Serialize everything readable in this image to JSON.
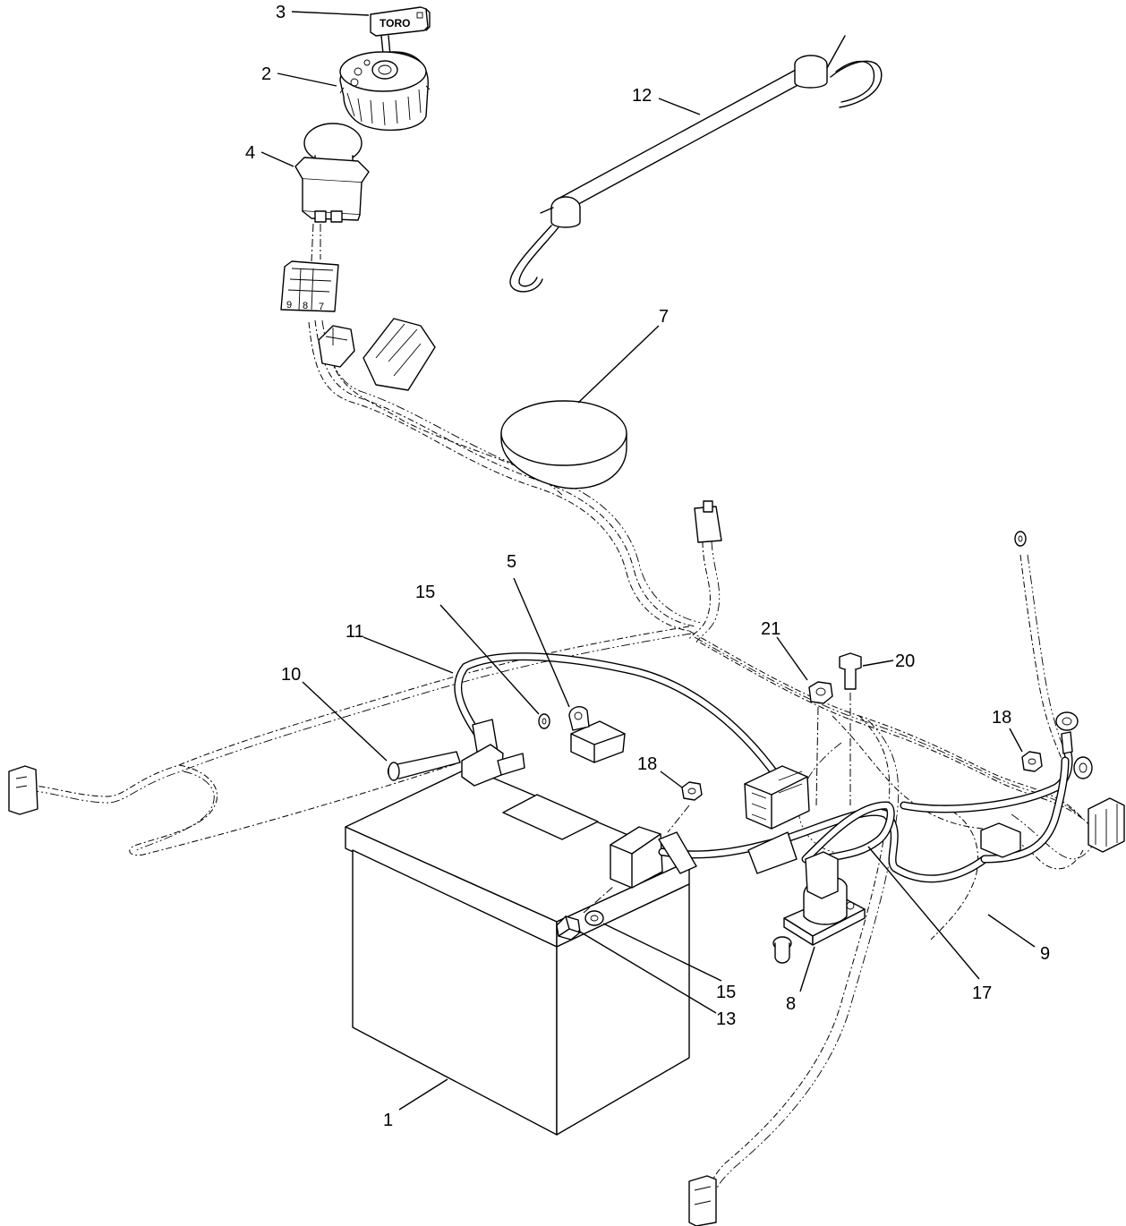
{
  "diagram": {
    "key_brand": "TORO",
    "terminal_numbers": [
      "9",
      "8",
      "7"
    ],
    "callouts": [
      {
        "id": "c3",
        "label": "3"
      },
      {
        "id": "c2",
        "label": "2"
      },
      {
        "id": "c4",
        "label": "4"
      },
      {
        "id": "c12",
        "label": "12"
      },
      {
        "id": "c7",
        "label": "7"
      },
      {
        "id": "c5",
        "label": "5"
      },
      {
        "id": "c15a",
        "label": "15"
      },
      {
        "id": "c11",
        "label": "11"
      },
      {
        "id": "c10",
        "label": "10"
      },
      {
        "id": "c21",
        "label": "21"
      },
      {
        "id": "c20",
        "label": "20"
      },
      {
        "id": "c18a",
        "label": "18"
      },
      {
        "id": "c18b",
        "label": "18"
      },
      {
        "id": "c9",
        "label": "9"
      },
      {
        "id": "c15b",
        "label": "15"
      },
      {
        "id": "c13",
        "label": "13"
      },
      {
        "id": "c8",
        "label": "8"
      },
      {
        "id": "c17",
        "label": "17"
      },
      {
        "id": "c1",
        "label": "1"
      }
    ]
  }
}
